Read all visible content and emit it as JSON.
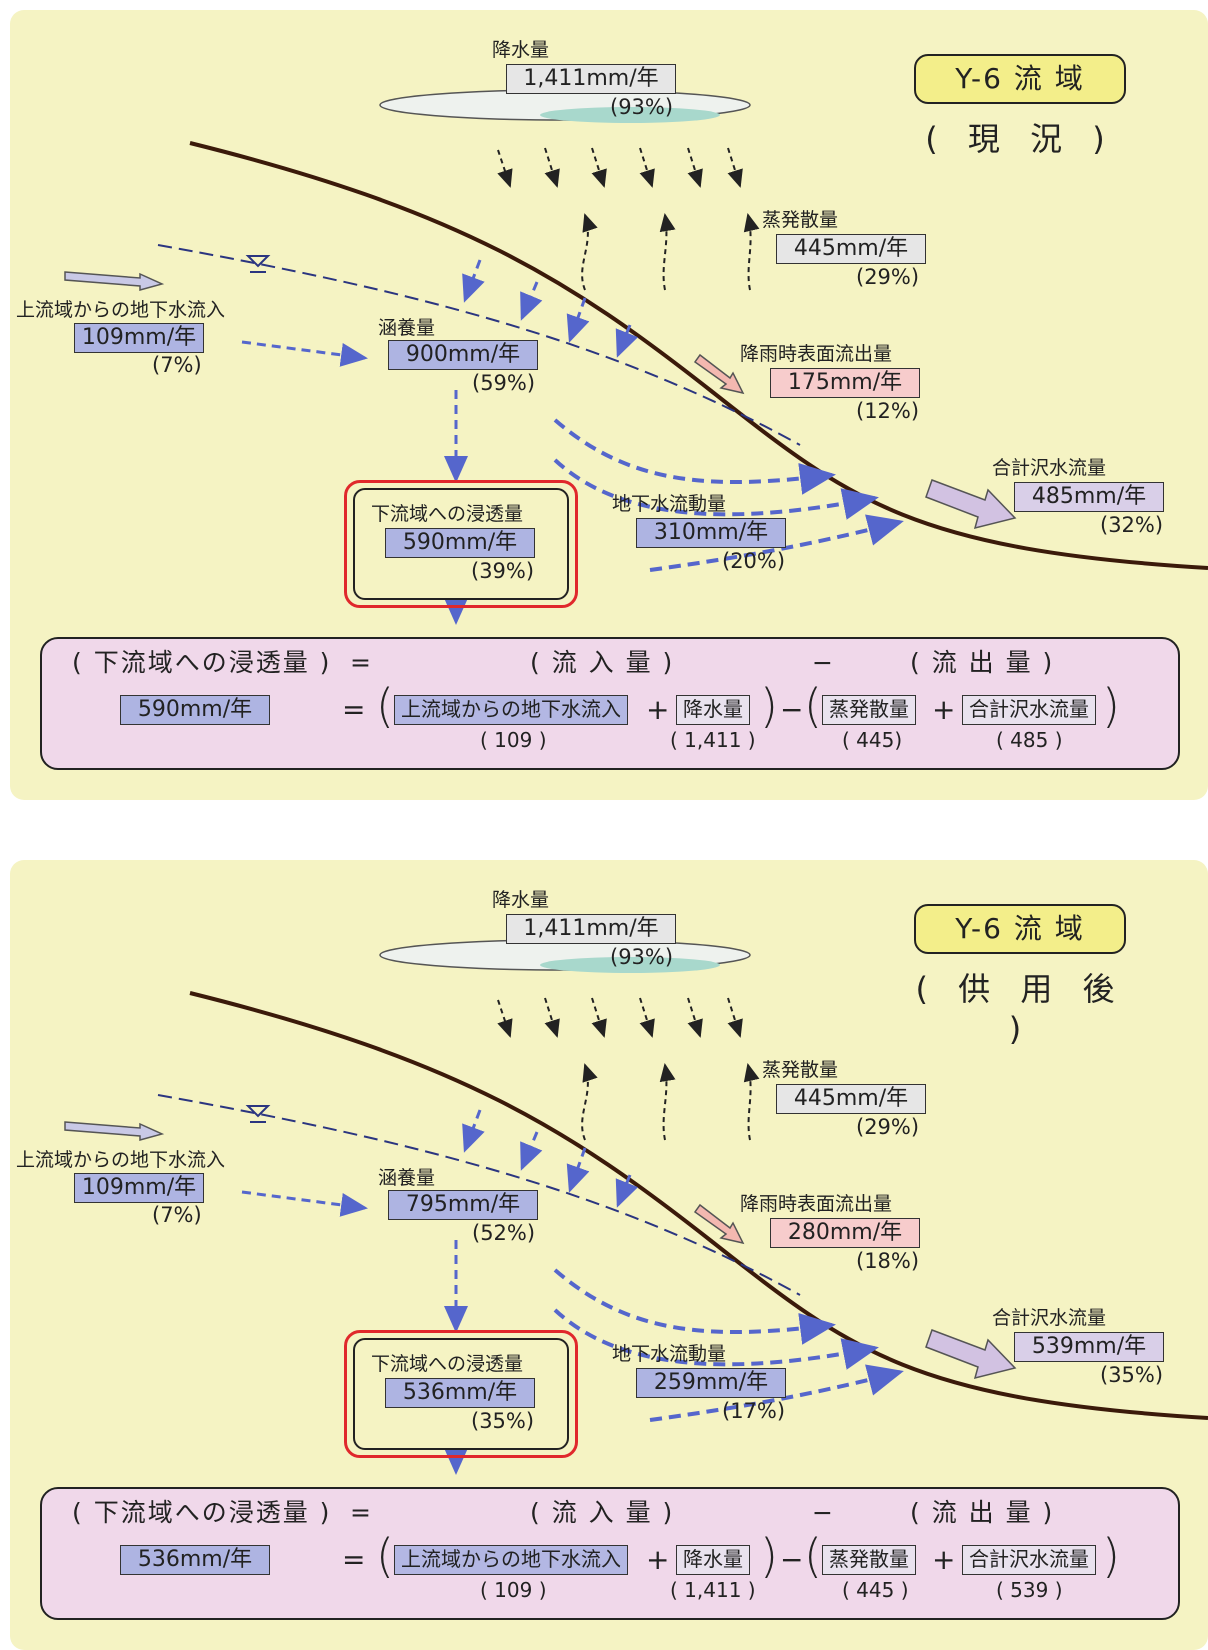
{
  "panels": [
    {
      "badge": "Y-6 流 域",
      "state": "( 現 況 )",
      "precip": {
        "label": "降水量",
        "value": "1,411mm/年",
        "pct": "(93%)"
      },
      "evap": {
        "label": "蒸発散量",
        "value": "445mm/年",
        "pct": "(29%)"
      },
      "upstream": {
        "label": "上流域からの地下水流入",
        "value": "109mm/年",
        "pct": "(7%)"
      },
      "recharge": {
        "label": "涵養量",
        "value": "900mm/年",
        "pct": "(59%)"
      },
      "surface": {
        "label": "降雨時表面流出量",
        "value": "175mm/年",
        "pct": "(12%)"
      },
      "total": {
        "label": "合計沢水流量",
        "value": "485mm/年",
        "pct": "(32%)"
      },
      "groundwater": {
        "label": "地下水流動量",
        "value": "310mm/年",
        "pct": "(20%)"
      },
      "seepage": {
        "label": "下流域への浸透量",
        "value": "590mm/年",
        "pct": "(39%)"
      },
      "equation": {
        "lhs": "( 下流域への浸透量 )",
        "eq1": "=",
        "inflow": "( 流 入 量 )",
        "minus": "−",
        "outflow": "( 流 出 量 )",
        "result": "590mm/年",
        "eq2": "=",
        "lp1": "(",
        "t1": "上流域からの地下水流入",
        "plus1": "+",
        "t2": "降水量",
        "rp1": ")",
        "minus2": "−",
        "lp2": "(",
        "t3": "蒸発散量",
        "plus2": "+",
        "t4": "合計沢水流量",
        "rp2": ")",
        "n1": "( 109 )",
        "n2": "( 1,411 )",
        "n3": "( 445)",
        "n4": "( 485 )"
      }
    },
    {
      "badge": "Y-6 流 域",
      "state": "( 供 用 後 )",
      "precip": {
        "label": "降水量",
        "value": "1,411mm/年",
        "pct": "(93%)"
      },
      "evap": {
        "label": "蒸発散量",
        "value": "445mm/年",
        "pct": "(29%)"
      },
      "upstream": {
        "label": "上流域からの地下水流入",
        "value": "109mm/年",
        "pct": "(7%)"
      },
      "recharge": {
        "label": "涵養量",
        "value": "795mm/年",
        "pct": "(52%)"
      },
      "surface": {
        "label": "降雨時表面流出量",
        "value": "280mm/年",
        "pct": "(18%)"
      },
      "total": {
        "label": "合計沢水流量",
        "value": "539mm/年",
        "pct": "(35%)"
      },
      "groundwater": {
        "label": "地下水流動量",
        "value": "259mm/年",
        "pct": "(17%)"
      },
      "seepage": {
        "label": "下流域への浸透量",
        "value": "536mm/年",
        "pct": "(35%)"
      },
      "equation": {
        "lhs": "( 下流域への浸透量 )",
        "eq1": "=",
        "inflow": "( 流 入 量 )",
        "minus": "−",
        "outflow": "( 流 出 量 )",
        "result": "536mm/年",
        "eq2": "=",
        "lp1": "(",
        "t1": "上流域からの地下水流入",
        "plus1": "+",
        "t2": "降水量",
        "rp1": ")",
        "minus2": "−",
        "lp2": "(",
        "t3": "蒸発散量",
        "plus2": "+",
        "t4": "合計沢水流量",
        "rp2": ")",
        "n1": "( 109 )",
        "n2": "( 1,411 )",
        "n3": "( 445 )",
        "n4": "( 539 )"
      }
    }
  ]
}
